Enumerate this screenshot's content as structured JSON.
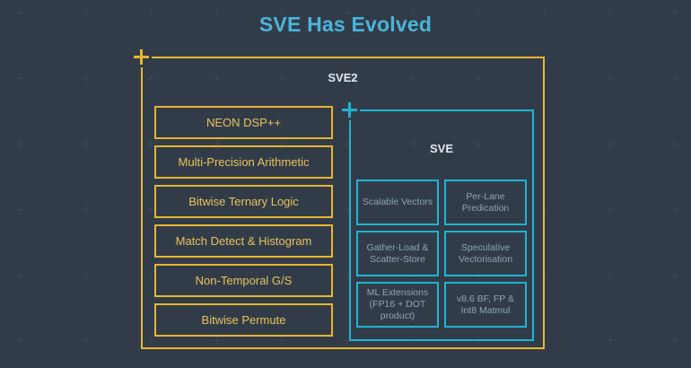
{
  "page": {
    "title": "SVE Has Evolved",
    "background_color": "#323c49",
    "title_color": "#4cb4da"
  },
  "sve2": {
    "label": "SVE2",
    "accent_color": "#e8b530",
    "corner_marker": "plus-marker",
    "features": [
      {
        "label": "NEON DSP++"
      },
      {
        "label": "Multi-Precision Arithmetic"
      },
      {
        "label": "Bitwise Ternary Logic"
      },
      {
        "label": "Match Detect & Histogram"
      },
      {
        "label": "Non-Temporal G/S"
      },
      {
        "label": "Bitwise Permute"
      }
    ]
  },
  "sve": {
    "label": "SVE",
    "accent_color": "#1eb4d4",
    "corner_marker": "plus-marker",
    "features": [
      {
        "label": "Scalable Vectors"
      },
      {
        "label": "Per-Lane Predication"
      },
      {
        "label": "Gather-Load & Scatter-Store"
      },
      {
        "label": "Speculative Vectorisation"
      },
      {
        "label": "ML Extensions (FP16 + DOT product)"
      },
      {
        "label": "v8.6 BF, FP & Int8 Matmul"
      }
    ]
  }
}
